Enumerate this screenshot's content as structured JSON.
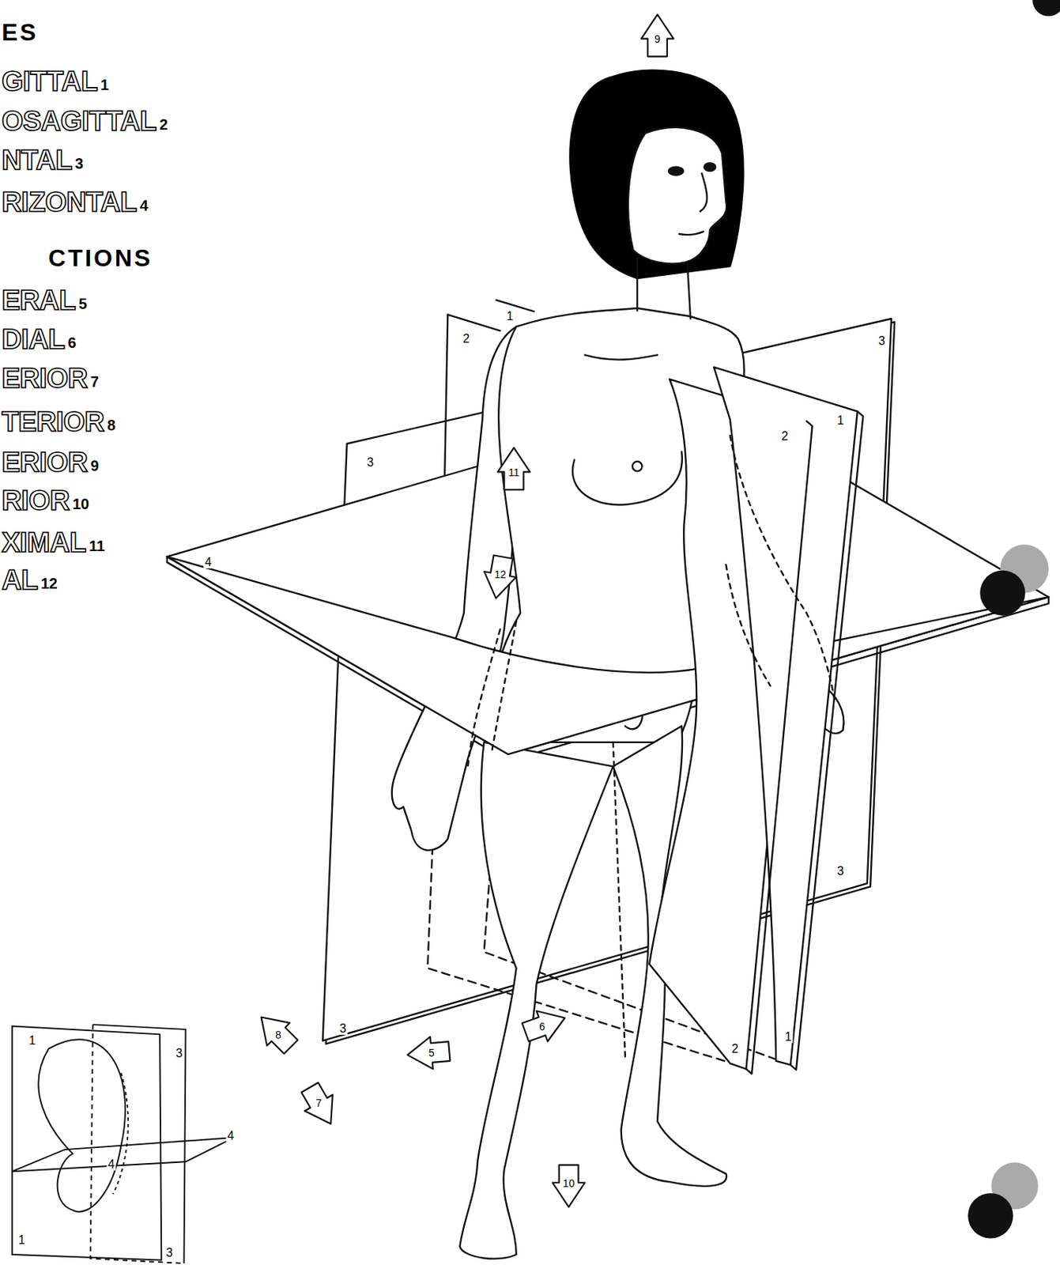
{
  "diagram": {
    "labels": [
      "ES",
      "GITTAL",
      "1",
      "OSAGITTAL",
      "2",
      "NTAL",
      "3",
      "RIZONTAL",
      "4",
      "CTIONS",
      "ERAL",
      "5",
      "DIAL",
      "6",
      "ERIOR",
      "7",
      "TERIOR",
      "8",
      "ERIOR",
      "9",
      "RIOR",
      "10",
      "XIMAL",
      "11",
      "AL",
      "12",
      "1",
      "2",
      "3",
      "3",
      "2",
      "1",
      "4",
      "3",
      "3",
      "2",
      "1",
      "9",
      "11",
      "12",
      "8",
      "5",
      "6",
      "7",
      "10",
      "1",
      "3",
      "4",
      "4",
      "1",
      "3"
    ]
  }
}
